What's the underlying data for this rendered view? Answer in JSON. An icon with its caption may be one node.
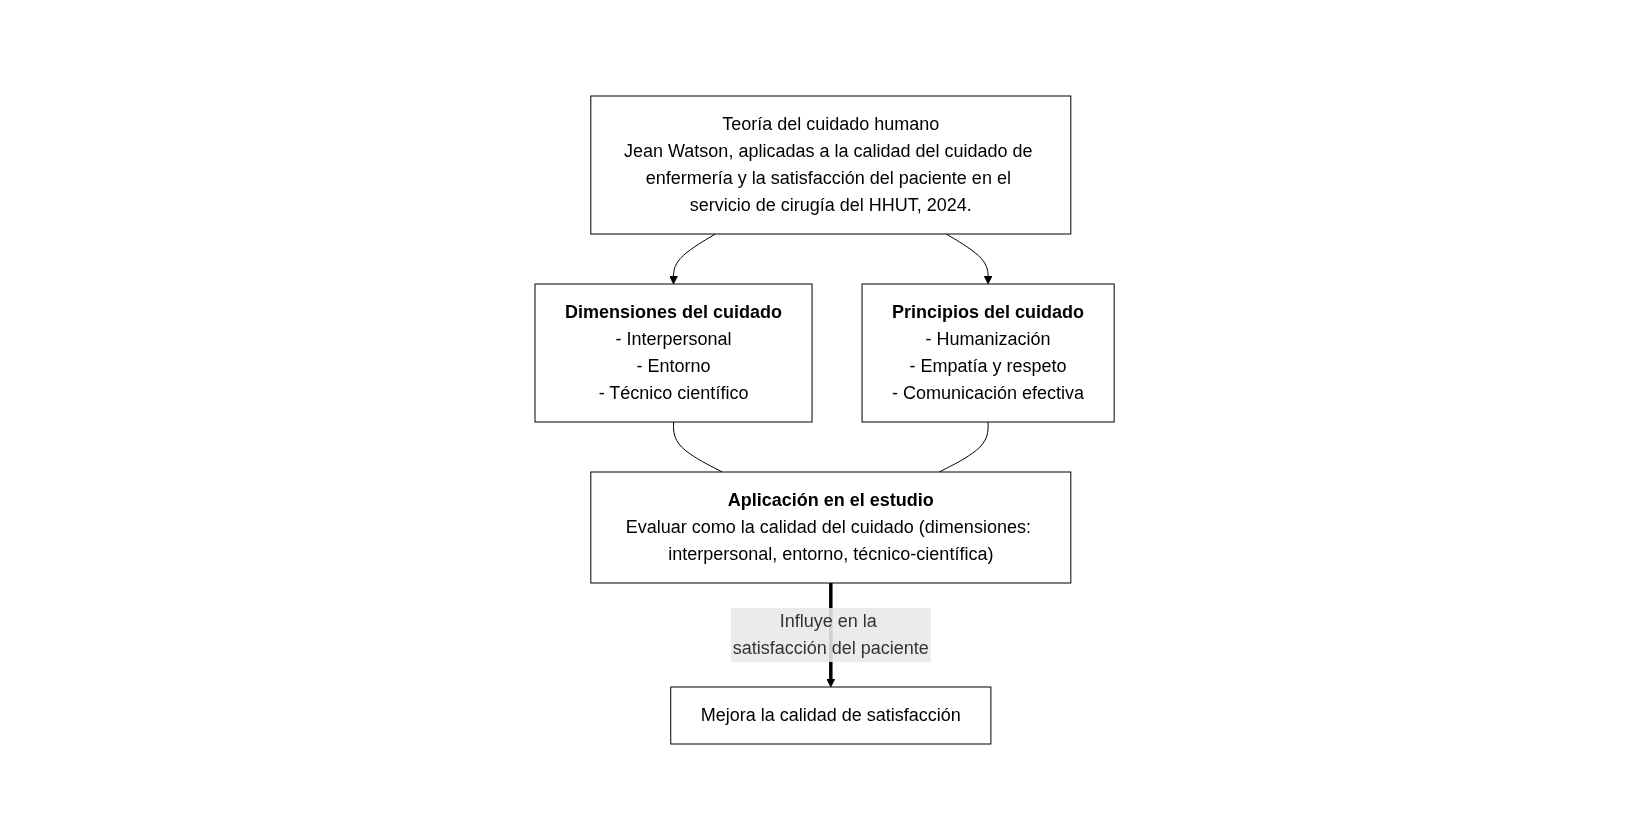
{
  "diagram": {
    "nodes": [
      {
        "text": [
          "Teoría del cuidado humano",
          "Jean Watson, aplicadas a la calidad del cuidado de enfermería y la satisfacción del paciente en el servicio de cirugía del HHUT, 2024."
        ]
      },
      {
        "text": [
          "Dimensiones del cuidado",
          "- Interpersonal",
          "- Entorno",
          "- Técnico científico"
        ]
      },
      {
        "text": [
          "Principios del cuidado",
          "- Humanización",
          "- Empatía y respeto",
          "- Comunicación efectiva"
        ]
      },
      {
        "text": [
          "Aplicación en el estudio",
          "Evaluar como la calidad del cuidado (dimensiones: interpersonal, entorno, técnico-científica)"
        ]
      },
      {
        "text": [
          "Mejora la calidad de satisfacción"
        ]
      }
    ],
    "edges": [
      {
        "from": 0,
        "to": 1,
        "arrow": "to"
      },
      {
        "from": 0,
        "to": 2,
        "arrow": "to"
      },
      {
        "from": 1,
        "to": 3,
        "arrow": "none"
      },
      {
        "from": 2,
        "to": 3,
        "arrow": "none"
      },
      {
        "from": 3,
        "to": 4,
        "arrow": "to",
        "label": "Influye en la satisfacción del paciente",
        "style": "thick"
      }
    ]
  }
}
